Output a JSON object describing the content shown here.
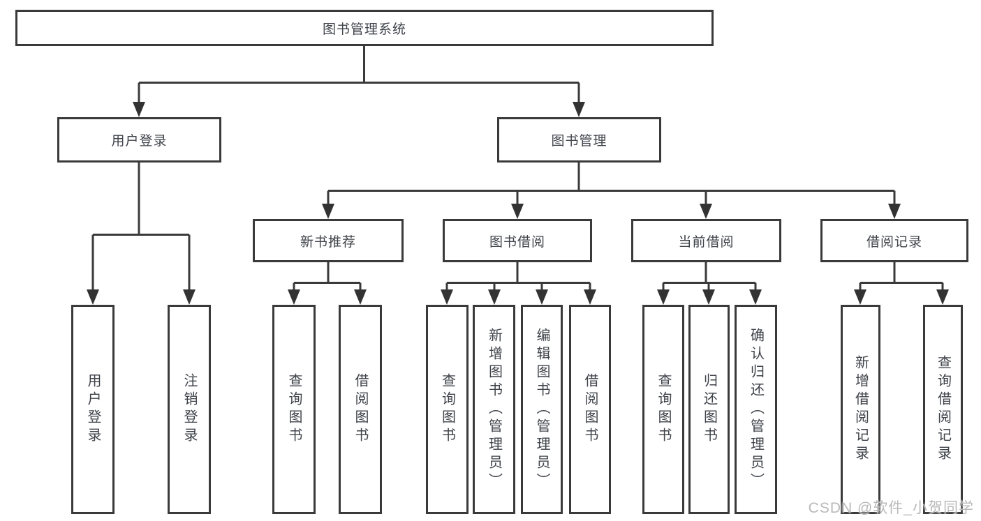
{
  "watermark": "CSDN @软件_小贺同学",
  "colors": {
    "line": "#3a3a3a",
    "arrow": "#333333",
    "text": "#3f434a",
    "watermark": "#b9b9b9",
    "background": "#ffffff"
  },
  "tree": {
    "root": {
      "label": "图书管理系统"
    },
    "branches": [
      {
        "label": "用户登录",
        "leaves": [
          {
            "label": "用户登录"
          },
          {
            "label": "注销登录"
          }
        ]
      },
      {
        "label": "图书管理",
        "groups": [
          {
            "label": "新书推荐",
            "leaves": [
              {
                "label": "查询图书"
              },
              {
                "label": "借阅图书"
              }
            ]
          },
          {
            "label": "图书借阅",
            "leaves": [
              {
                "label": "查询图书"
              },
              {
                "label": "新增图书（管理员）"
              },
              {
                "label": "编辑图书（管理员）"
              },
              {
                "label": "借阅图书"
              }
            ]
          },
          {
            "label": "当前借阅",
            "leaves": [
              {
                "label": "查询图书"
              },
              {
                "label": "归还图书"
              },
              {
                "label": "确认归还（管理员）"
              }
            ]
          },
          {
            "label": "借阅记录",
            "leaves": [
              {
                "label": "新增借阅记录"
              },
              {
                "label": "查询借阅记录"
              }
            ]
          }
        ]
      }
    ]
  }
}
